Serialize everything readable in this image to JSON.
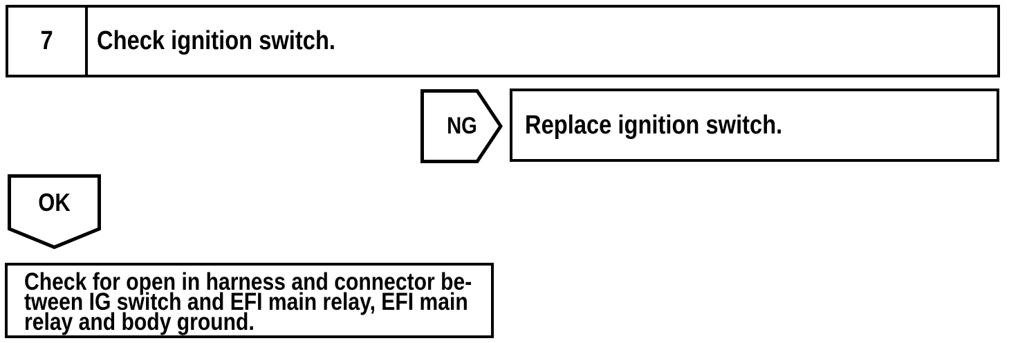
{
  "flowchart": {
    "step": {
      "number": "7",
      "instruction": "Check ignition switch."
    },
    "ng_branch": {
      "label": "NG",
      "action": "Replace ignition switch."
    },
    "ok_branch": {
      "label": "OK",
      "action_lines": [
        "Check for open in harness and connector be-",
        "tween IG switch and EFI main relay, EFI main",
        "relay and body ground."
      ]
    },
    "colors": {
      "ink": "#000000",
      "paper": "#ffffff"
    }
  }
}
